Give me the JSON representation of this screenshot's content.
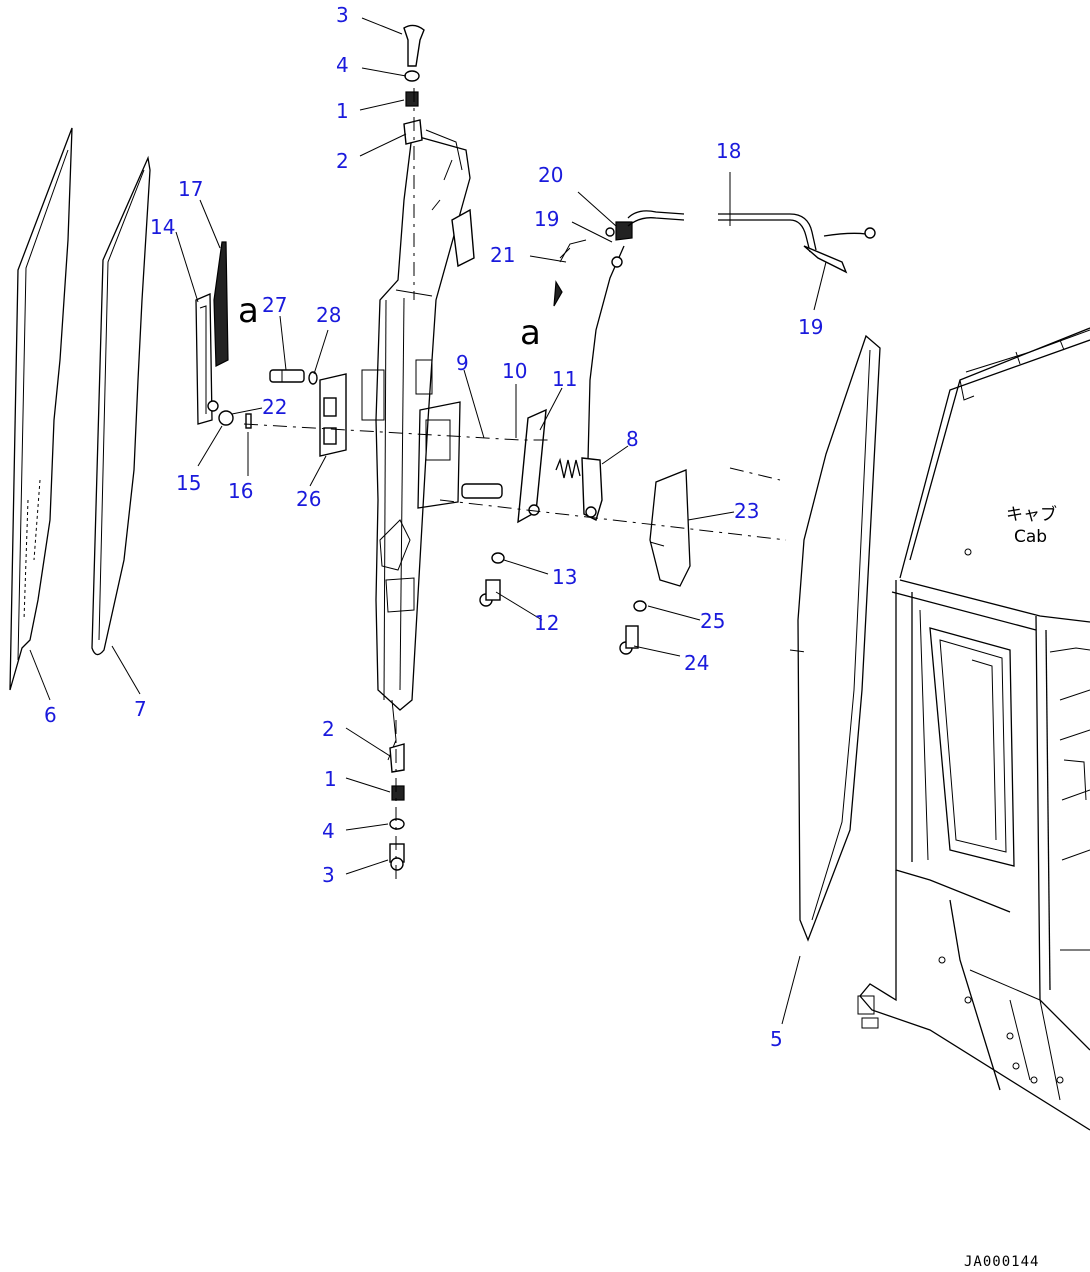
{
  "callouts": {
    "c3_top": "3",
    "c4_top": "4",
    "c1_top": "1",
    "c2_top": "2",
    "c17": "17",
    "c14": "14",
    "c27": "27",
    "c28": "28",
    "c9": "9",
    "c10": "10",
    "c11": "11",
    "c22": "22",
    "c15": "15",
    "c16": "16",
    "c26": "26",
    "c20": "20",
    "c19_top": "19",
    "c21": "21",
    "c18": "18",
    "c19_right": "19",
    "c8": "8",
    "c23": "23",
    "c13": "13",
    "c12": "12",
    "c25": "25",
    "c24": "24",
    "c6": "6",
    "c7": "7",
    "c2_bot": "2",
    "c1_bot": "1",
    "c4_bot": "4",
    "c3_bot": "3",
    "c5": "5"
  },
  "detail_marks": {
    "a_left": "a",
    "a_center": "a"
  },
  "cab_label": {
    "jp": "キャブ",
    "en": "Cab"
  },
  "drawing_code": "JA000144",
  "colors": {
    "callout": "#1a1adc",
    "line": "#000000"
  }
}
